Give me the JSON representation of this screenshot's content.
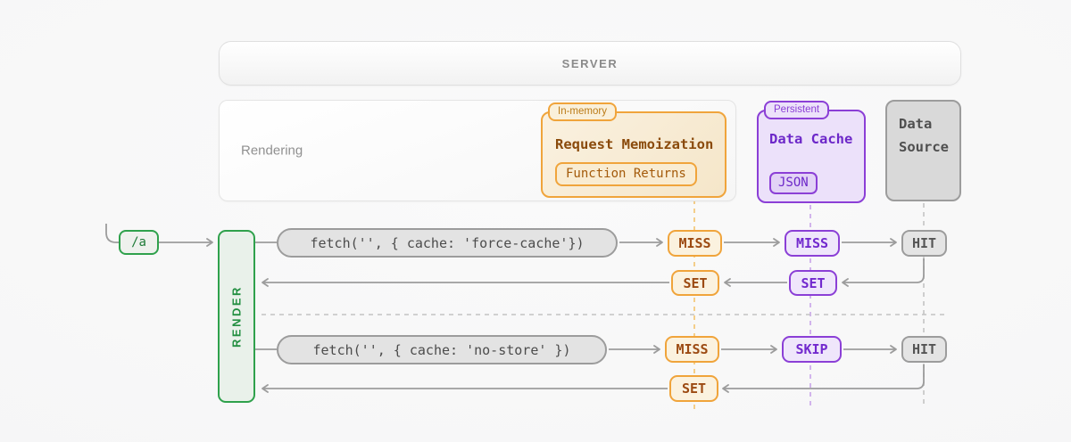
{
  "colors": {
    "orange_border": "#F0A43B",
    "orange_text": "#8A4A0B",
    "purple_border": "#8B3FD6",
    "purple_text": "#6D28C9",
    "green_border": "#2FA14C",
    "green_text": "#1D7A36",
    "gray_border": "#9C9C9C",
    "gray_text": "#4F4F4F",
    "line": "#9C9C9C",
    "dashed_orange": "#F3C97E",
    "dashed_purple": "#CDACEB",
    "dashed_gray": "#C9C9C9"
  },
  "server_bar": {
    "label": "SERVER"
  },
  "rendering_box": {
    "label": "Rendering"
  },
  "request_memoization": {
    "tag": "In-memory",
    "title": "Request Memoization",
    "badge": "Function Returns"
  },
  "data_cache": {
    "tag": "Persistent",
    "title": "Data Cache",
    "badge": "JSON"
  },
  "data_source": {
    "line1": "Data",
    "line2": "Source"
  },
  "route_badge": {
    "label": "/a"
  },
  "render_bar": {
    "label": "RENDER"
  },
  "flow_row1": {
    "fetch_label": "fetch('', { cache: 'force-cache'})",
    "memoization_result": "MISS",
    "data_cache_result": "MISS",
    "data_source_result": "HIT",
    "memoization_set": "SET",
    "data_cache_set": "SET"
  },
  "flow_row2": {
    "fetch_label": "fetch('', { cache: 'no-store' })",
    "memoization_result": "MISS",
    "data_cache_result": "SKIP",
    "data_source_result": "HIT",
    "memoization_set": "SET"
  }
}
